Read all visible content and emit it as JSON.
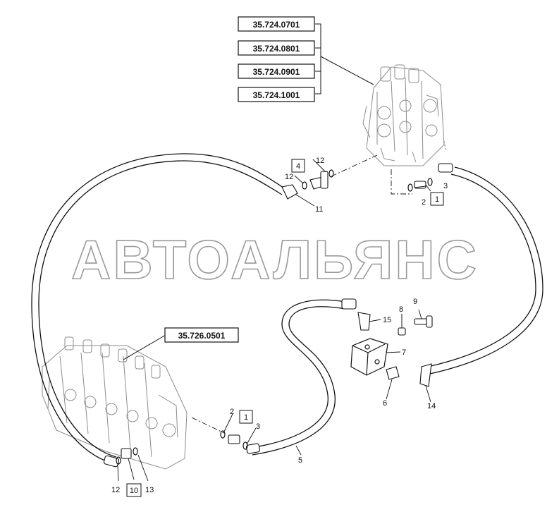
{
  "watermark": "АВТОАЛЬЯНС",
  "references": {
    "ref_0701": "35.724.0701",
    "ref_0801": "35.724.0801",
    "ref_0901": "35.724.0901",
    "ref_1001": "35.724.1001",
    "ref_0501": "35.726.0501"
  },
  "callouts": {
    "c1_top": "1",
    "c2_top": "2",
    "c3_top": "3",
    "c4": "4",
    "c12_a": "12",
    "c12_b": "12",
    "c11": "11",
    "c9": "9",
    "c8": "8",
    "c15": "15",
    "c7": "7",
    "c6": "6",
    "c14": "14",
    "c2_mid": "2",
    "c1_mid": "1",
    "c3_mid": "3",
    "c5": "5",
    "c12_bot": "12",
    "c10": "10",
    "c13": "13"
  },
  "colors": {
    "line": "#111111",
    "part_outline": "#888888",
    "watermark_stroke": "#9a9a9a"
  }
}
